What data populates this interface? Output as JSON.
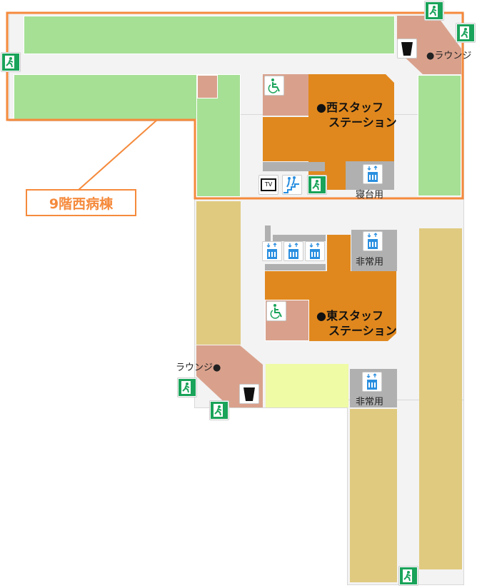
{
  "ward_label": "9階西病棟",
  "west_station": {
    "line1": "●西スタッフ",
    "line2": "ステーション"
  },
  "east_station": {
    "line1": "●東スタッフ",
    "line2": "ステーション"
  },
  "lounge_top": "●ラウンジ",
  "lounge_bottom": "ラウンジ●",
  "bed_elevator": "寝台用",
  "emergency_elevator_1": "非常用",
  "emergency_elevator_2": "非常用",
  "tv_icon_text": "TV",
  "colors": {
    "highlight": "#f58a3c",
    "station": "#e0881e",
    "ward": "#a6e095",
    "other_ward": "#e0ca80",
    "lounge": "#d9a18c",
    "exit": "#1aa35a",
    "elevator": "#2a8fe0"
  }
}
